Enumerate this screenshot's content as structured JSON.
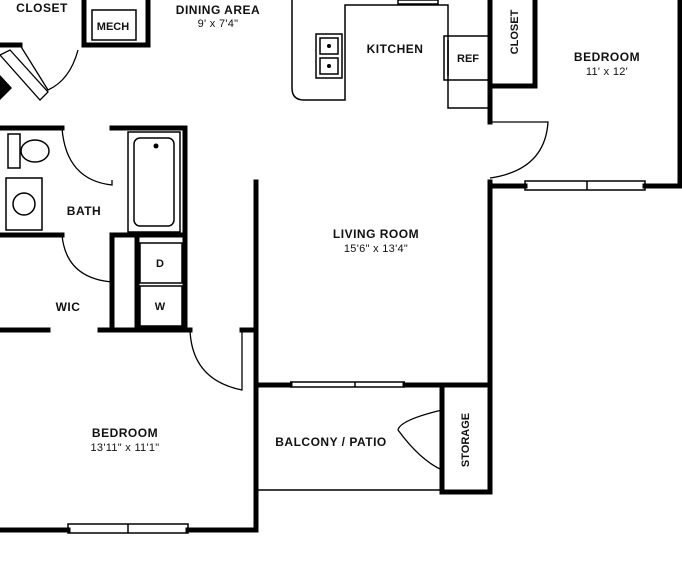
{
  "rooms": {
    "closet_top": {
      "name": "CLOSET"
    },
    "mech": {
      "name": "MECH"
    },
    "dining": {
      "name": "DINING AREA",
      "size": "9' x 7'4\""
    },
    "kitchen": {
      "name": "KITCHEN"
    },
    "ref": {
      "name": "REF"
    },
    "closet_right": {
      "name": "CLOSET"
    },
    "bedroom_right": {
      "name": "BEDROOM",
      "size": "11' x 12'"
    },
    "bath": {
      "name": "BATH"
    },
    "dryer": {
      "name": "D"
    },
    "washer": {
      "name": "W"
    },
    "wic": {
      "name": "WIC"
    },
    "living": {
      "name": "LIVING ROOM",
      "size": "15'6\" x 13'4\""
    },
    "bedroom_left": {
      "name": "BEDROOM",
      "size": "13'11\" x 11'1\""
    },
    "balcony": {
      "name": "BALCONY / PATIO"
    },
    "storage": {
      "name": "STORAGE"
    }
  }
}
